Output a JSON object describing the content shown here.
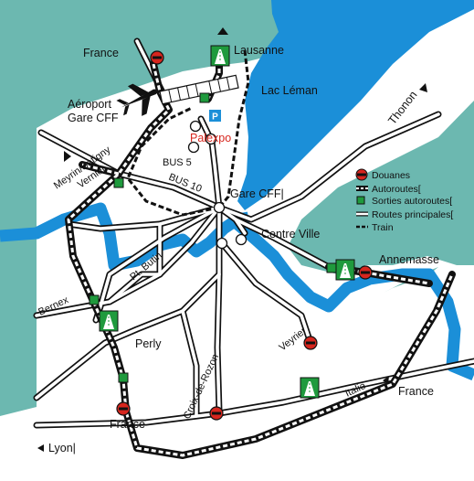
{
  "colors": {
    "land_border": "#6cb8b0",
    "land": "#ffffff",
    "lake": "#1b8fd8",
    "river": "#1b8fd8",
    "customs": "#d7261e",
    "exit_marker": "#1f9a3d",
    "accent_text": "#d7261e"
  },
  "labels": {
    "france_nw": "France",
    "lausanne": "Lausanne",
    "aeroport_line1": "Aéroport",
    "aeroport_line2": "Gare CFF",
    "lac_leman": "Lac Léman",
    "palexpo": "Palexpo",
    "thonon": "Thonon",
    "meyrin_line1": "Meyrin/Satigny",
    "meyrin_line2": "Vernier",
    "bus5": "BUS 5",
    "bus10": "BUS 10",
    "gare_cff": "Gare CFF|",
    "centre_ville": "Centre Ville",
    "pt_butin": "Pt. Butin",
    "annemasse": "Annemasse",
    "bernex": "Bernex",
    "perly": "Perly",
    "veyrier": "Veyrier",
    "croix_de_rozon": "Croix-de-Rozon",
    "italie": "Italie",
    "france_se": "France",
    "lyon": "Lyon|",
    "france_sw": "France",
    "parking": "P"
  },
  "legend": {
    "douanes": "Douanes",
    "autoroutes": "Autoroutes[",
    "sorties": "Sorties autoroutes[",
    "routes": "Routes principales[",
    "train": "Train"
  },
  "icons": [
    "airplane-icon",
    "customs-icon",
    "highway-exit-icon",
    "parking-icon",
    "arrow-icon"
  ]
}
